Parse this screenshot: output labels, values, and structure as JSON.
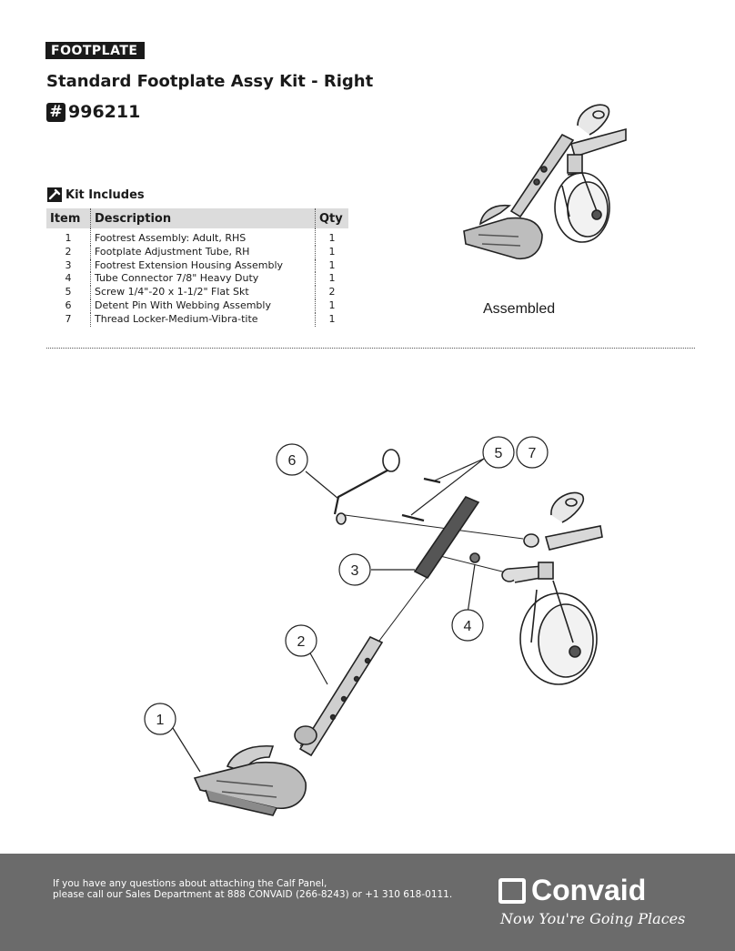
{
  "header": {
    "tag": "FOOTPLATE",
    "title": "Standard Footplate Assy Kit - Right",
    "part_number": "996211",
    "hash_symbol": "#"
  },
  "kit": {
    "heading": "Kit Includes",
    "columns": [
      "Item",
      "Description",
      "Qty"
    ],
    "rows": [
      {
        "item": "1",
        "description": "Footrest Assembly: Adult, RHS",
        "qty": "1"
      },
      {
        "item": "2",
        "description": "Footplate Adjustment Tube, RH",
        "qty": "1"
      },
      {
        "item": "3",
        "description": "Footrest Extension Housing Assembly",
        "qty": "1"
      },
      {
        "item": "4",
        "description": "Tube Connector 7/8\" Heavy Duty",
        "qty": "1"
      },
      {
        "item": "5",
        "description": "Screw 1/4\"-20 x 1-1/2\" Flat Skt",
        "qty": "2"
      },
      {
        "item": "6",
        "description": "Detent Pin With Webbing Assembly",
        "qty": "1"
      },
      {
        "item": "7",
        "description": "Thread Locker-Medium-Vibra-tite",
        "qty": "1"
      }
    ]
  },
  "assembled_label": "Assembled",
  "callouts": [
    "1",
    "2",
    "3",
    "4",
    "5",
    "6",
    "7"
  ],
  "footer": {
    "contact_line1": "If you have any questions about attaching the Calf Panel,",
    "contact_line2": "please call our Sales Department at 888 CONVAID (266-8243) or +1 310 618-0111.",
    "brand": "Convaid",
    "tagline": "Now You're Going Places"
  },
  "colors": {
    "footer_bg": "#6b6b6b",
    "table_header_bg": "#dcdcdc",
    "dark": "#1a1a1a"
  }
}
